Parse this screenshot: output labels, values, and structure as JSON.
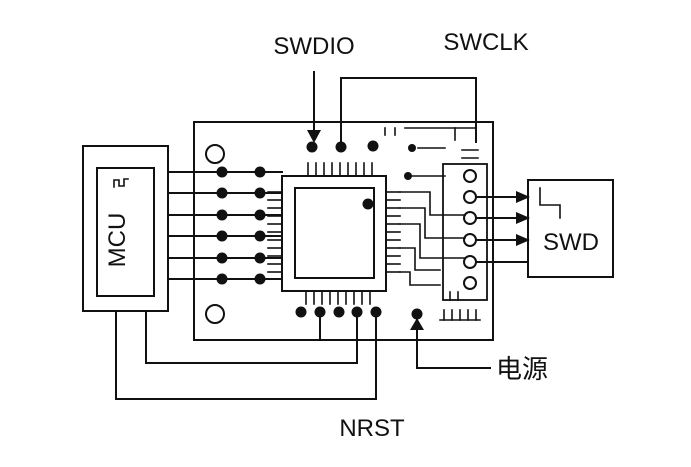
{
  "labels": {
    "swdio": "SWDIO",
    "swclk": "SWCLK",
    "mcu": "MCU",
    "swd": "SWD",
    "power": "电源",
    "nrst": "NRST"
  },
  "colors": {
    "ink": "#111111",
    "background": "#ffffff"
  }
}
